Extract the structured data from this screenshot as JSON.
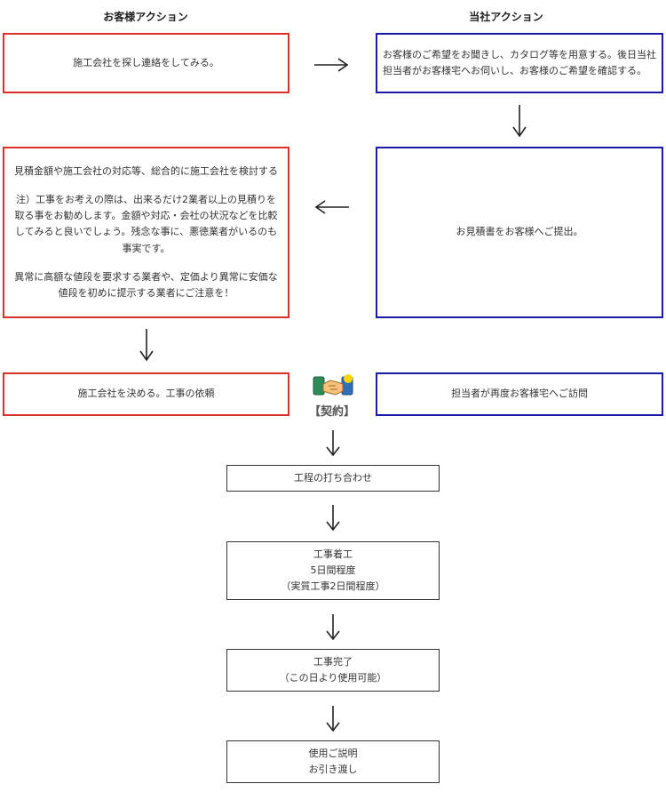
{
  "headings": {
    "customer": "お客様アクション",
    "company": "当社アクション"
  },
  "customer": {
    "step1": "施工会社を探し連絡をしてみる。",
    "step2_main": "見積金額や施工会社の対応等、総合的に施工会社を検討する",
    "step2_note": "注）工事をお考えの際は、出来るだけ2業者以上の見積りを取る事をお勧めします。金額や対応・会社の状況などを比較してみると良いでしょう。残念な事に、悪徳業者がいるのも事実です。",
    "step2_warning": "異常に高額な値段を要求する業者や、定価より異常に安価な値段を初めに提示する業者にご注意を！",
    "step3": "施工会社を決める。工事の依頼"
  },
  "company": {
    "step1": "お客様のご希望をお聞きし、カタログ等を用意する。後日当社担当者がお客様宅へお伺いし、お客様のご希望を確認する。",
    "step2": "お見積書をお客様へご提出。",
    "step3": "担当者が再度お客様宅へご訪問"
  },
  "contract": {
    "label": "【契約】",
    "icon": "handshake-icon"
  },
  "flow": [
    {
      "label": "工程の打ち合わせ"
    },
    {
      "label": "工事着工\n5日間程度\n（実質工事2日間程度）"
    },
    {
      "label": "工事完了\n（この日より使用可能）"
    },
    {
      "label": "使用ご説明\nお引き渡し"
    }
  ],
  "colors": {
    "customer_border": "#d9302c",
    "company_border": "#1a1aa8",
    "flow_border": "#333333"
  }
}
